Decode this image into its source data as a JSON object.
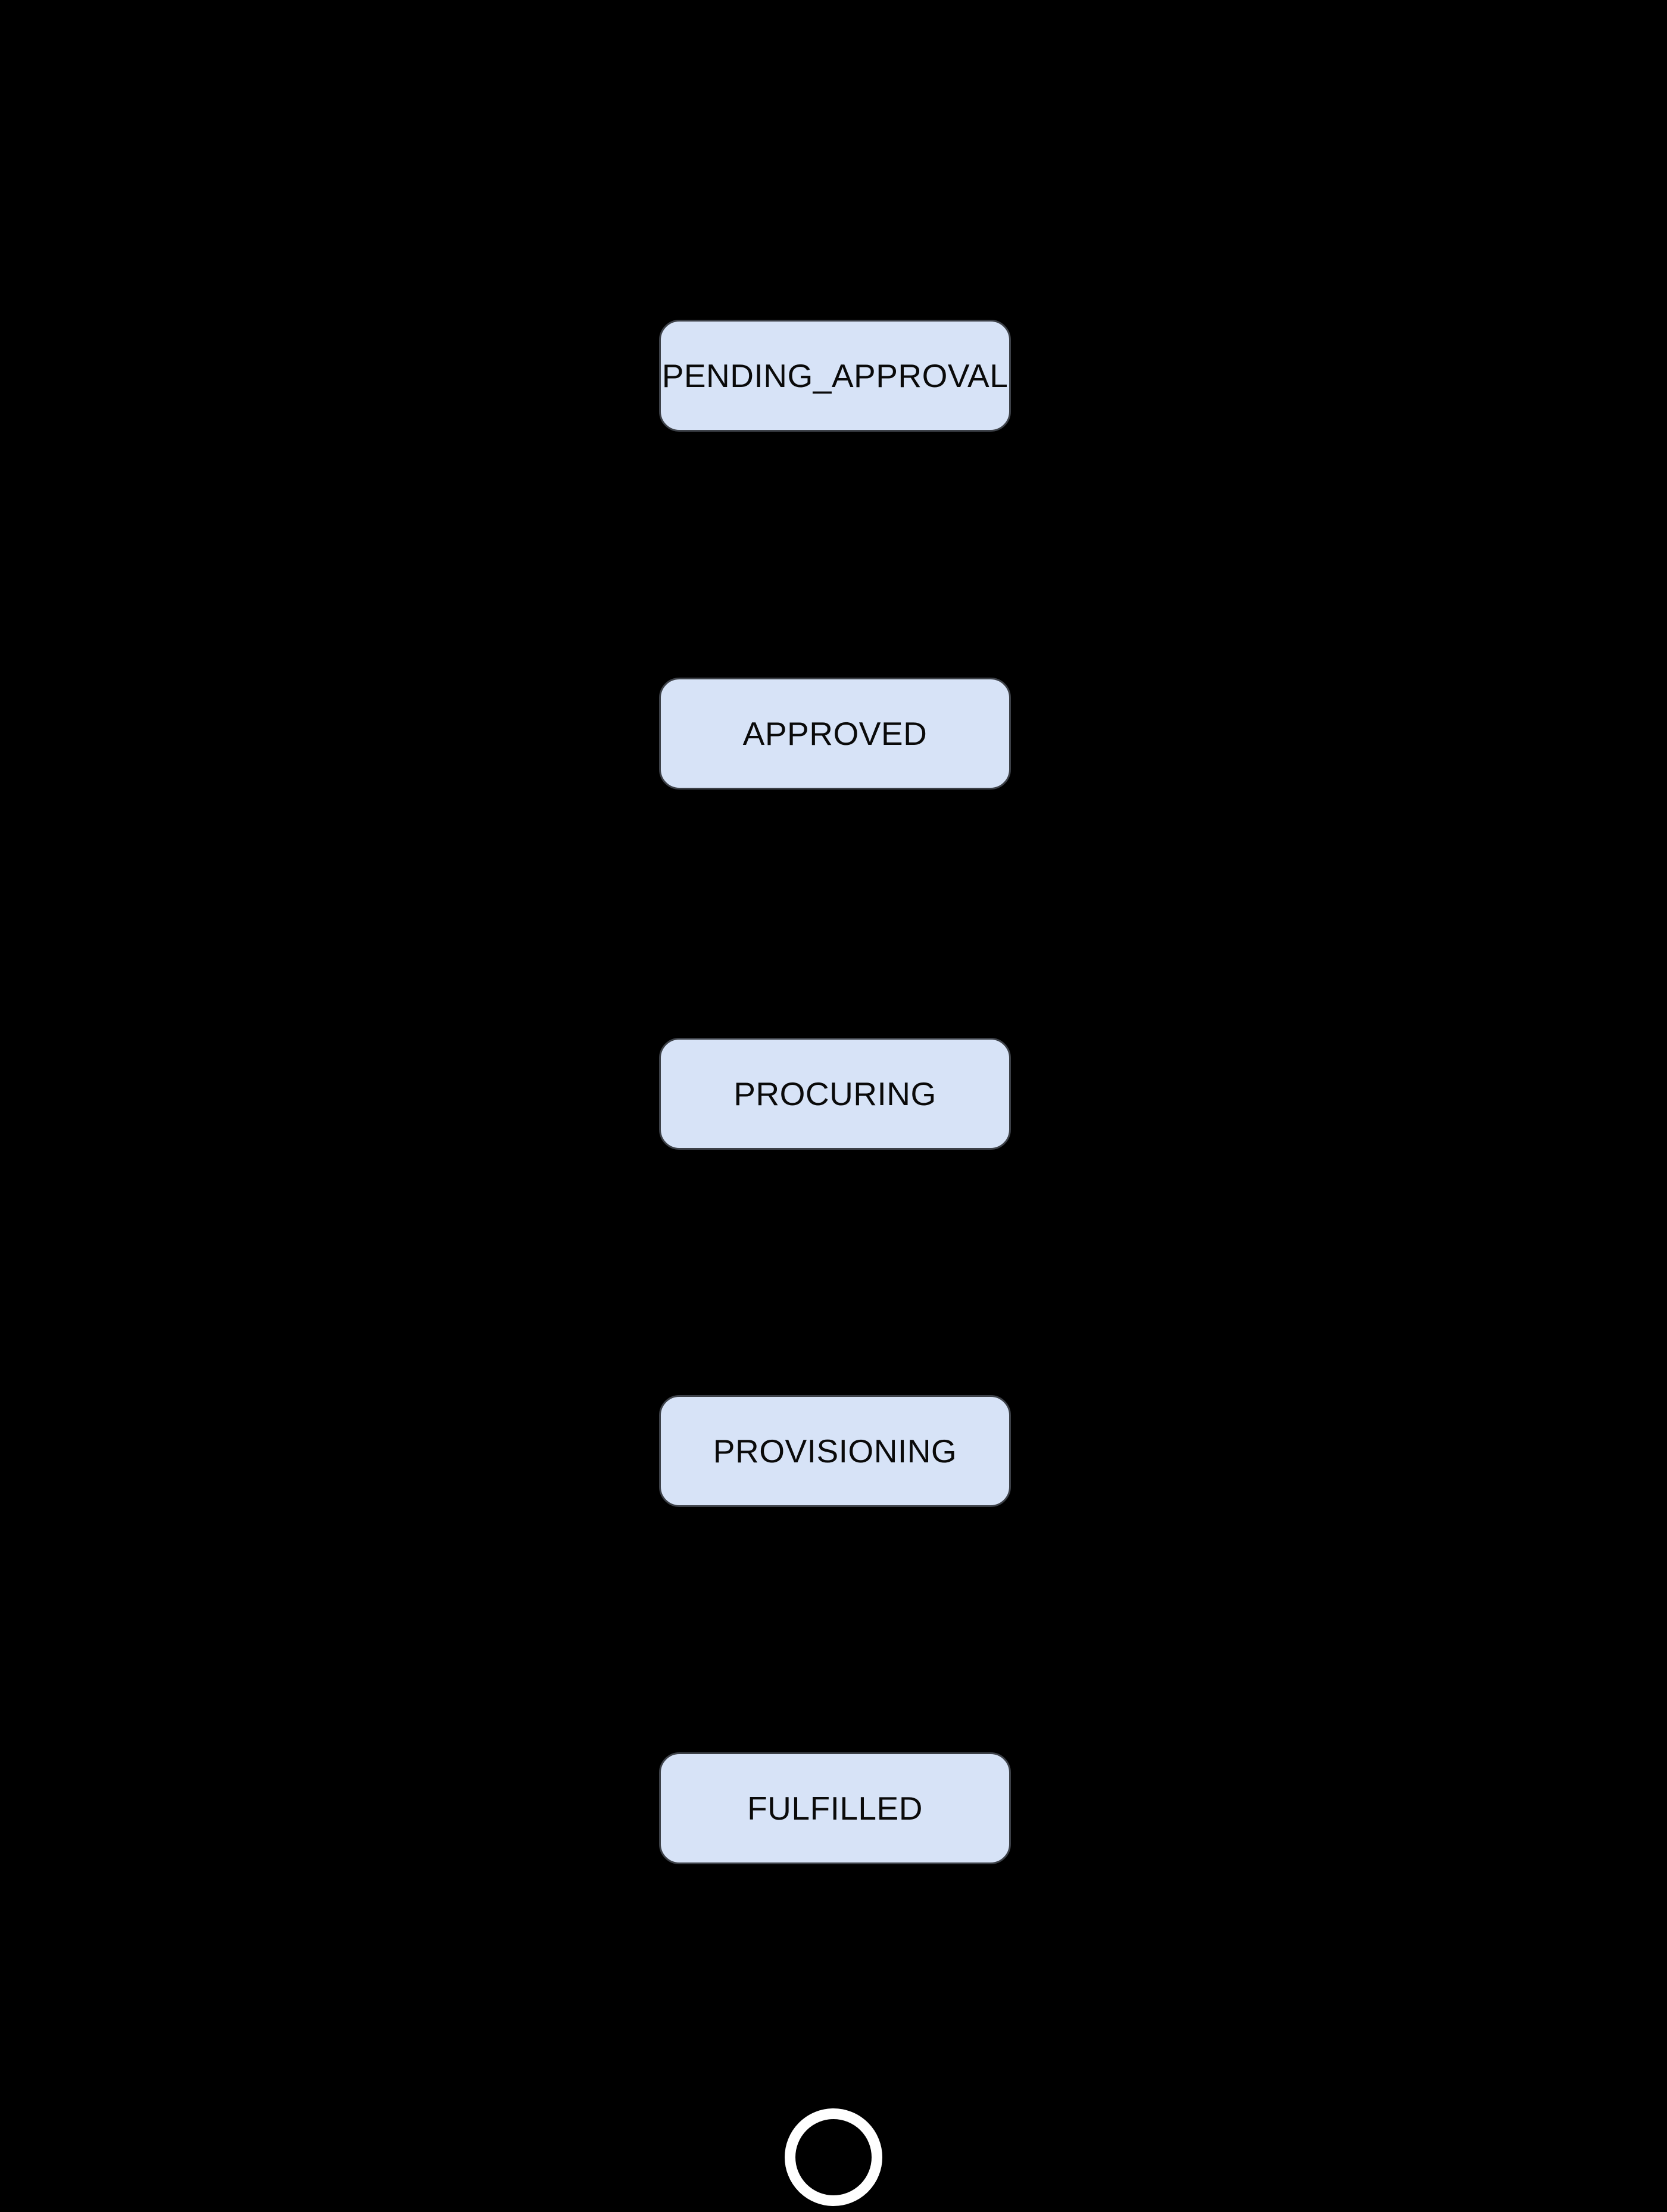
{
  "diagram": {
    "type": "state-flow",
    "orientation": "vertical",
    "states": [
      {
        "id": "pending_approval",
        "label": "PENDING_APPROVAL"
      },
      {
        "id": "approved",
        "label": "APPROVED"
      },
      {
        "id": "procuring",
        "label": "PROCURING"
      },
      {
        "id": "provisioning",
        "label": "PROVISIONING"
      },
      {
        "id": "fulfilled",
        "label": "FULFILLED"
      }
    ],
    "end_state": {
      "shape": "circle",
      "style": "white-ring"
    },
    "colors": {
      "background": "#000000",
      "node_fill": "#D7E3F7",
      "node_stroke": "#3D4148",
      "node_text": "#0A0A0A",
      "end_stroke": "#FFFFFF"
    }
  }
}
